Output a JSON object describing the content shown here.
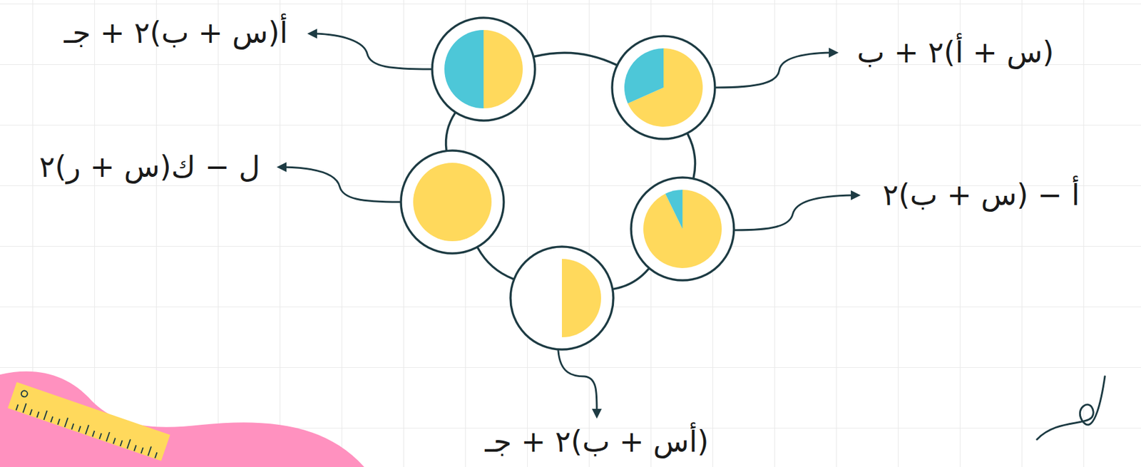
{
  "diagram": {
    "nodes": [
      {
        "text": [
          "أ(س + ب)٢ + جـ"
        ]
      },
      {
        "text": [
          "(س + أ)٢ + ب"
        ]
      },
      {
        "text": [
          "ل − ك(س + ر)٢"
        ]
      },
      {
        "text": [
          "أ − (س + ب)٢"
        ]
      },
      {
        "text": [
          "(أس + ب)٢ + جـ"
        ]
      }
    ],
    "edges": [
      {
        "from": 0,
        "to": 1,
        "arrow": "none"
      },
      {
        "from": 1,
        "to": 3,
        "arrow": "none"
      },
      {
        "from": 3,
        "to": 4,
        "arrow": "none"
      },
      {
        "from": 4,
        "to": 2,
        "arrow": "none"
      },
      {
        "from": 2,
        "to": 0,
        "arrow": "none"
      }
    ]
  }
}
